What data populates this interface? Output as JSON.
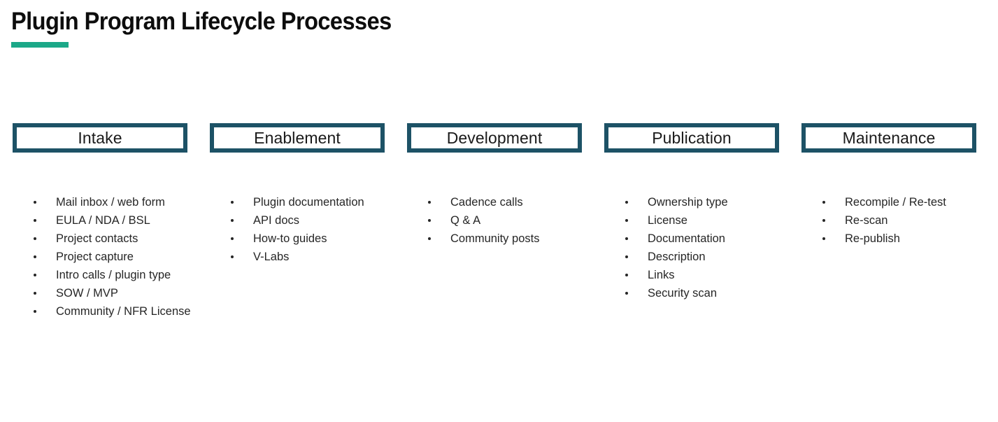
{
  "slide": {
    "title": "Plugin Program Lifecycle Processes",
    "accent_color": "#1ba888",
    "box_border_color": "#1d5266",
    "text_color": "#262626",
    "background": "#ffffff"
  },
  "columns": [
    {
      "phase": "Intake",
      "items": [
        "Mail inbox / web form",
        "EULA / NDA / BSL",
        "Project contacts",
        "Project capture",
        "Intro calls / plugin type",
        "SOW / MVP",
        "Community / NFR License"
      ]
    },
    {
      "phase": "Enablement",
      "items": [
        "Plugin documentation",
        "API docs",
        "How-to guides",
        "V-Labs"
      ]
    },
    {
      "phase": "Development",
      "items": [
        "Cadence calls",
        "Q & A",
        "Community posts"
      ]
    },
    {
      "phase": "Publication",
      "items": [
        "Ownership type",
        "License",
        "Documentation",
        "Description",
        "Links",
        "Security scan"
      ]
    },
    {
      "phase": "Maintenance",
      "items": [
        "Recompile / Re-test",
        "Re-scan",
        "Re-publish"
      ]
    }
  ]
}
